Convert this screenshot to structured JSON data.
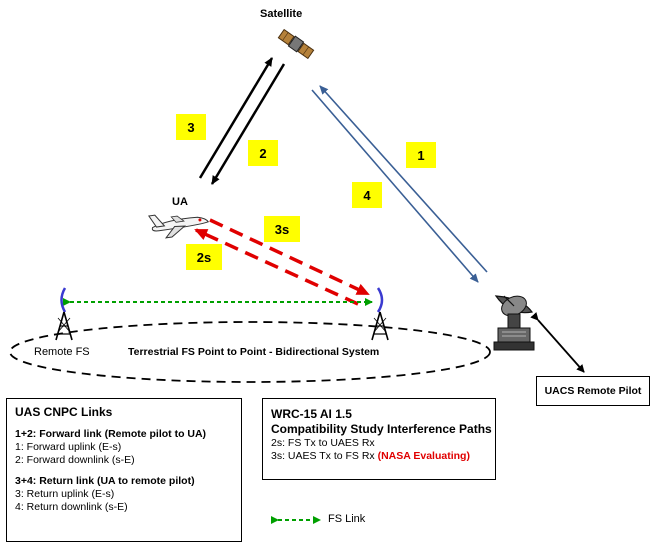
{
  "labels": {
    "satellite": "Satellite",
    "ua": "UA",
    "remote_fs": "Remote FS",
    "terrestrial": "Terrestrial FS Point to Point - Bidirectional System",
    "uacs_remote_pilot": "UACS Remote Pilot"
  },
  "path_numbers": {
    "n1": "1",
    "n2": "2",
    "n3": "3",
    "n4": "4",
    "n2s": "2s",
    "n3s": "3s"
  },
  "links_box": {
    "title": "UAS CNPC Links",
    "forward_heading": "1+2: Forward link (Remote pilot to UA)",
    "forward_1": "1: Forward uplink (E-s)",
    "forward_2": "2: Forward downlink (s-E)",
    "return_heading": "3+4: Return link (UA to remote pilot)",
    "return_3": "3: Return uplink (E-s)",
    "return_4": "4: Return downlink (s-E)"
  },
  "wrc_box": {
    "line1": "WRC-15 AI 1.5",
    "line2": "Compatibility Study Interference Paths",
    "line3": "2s: FS Tx to UAES Rx",
    "line4": "3s: UAES Tx to FS Rx",
    "line4_note": "(NASA Evaluating)"
  },
  "legend": {
    "fs_link": "FS Link"
  },
  "colors": {
    "highlight": "#ffff00",
    "satellite_link_right": "#3a5f95",
    "interference_red": "#e00000",
    "fs_link_green": "#00a000",
    "note_red": "#e00000"
  }
}
